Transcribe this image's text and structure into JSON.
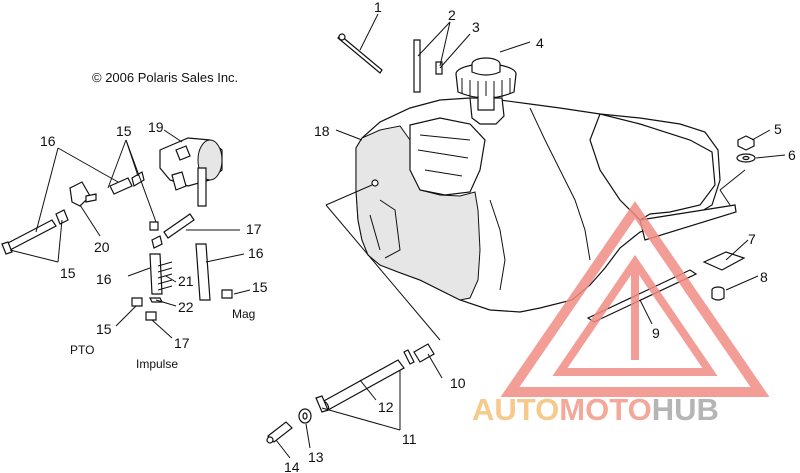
{
  "copyright": "© 2006 Polaris Sales Inc.",
  "labels": {
    "pto": "PTO",
    "impulse": "Impulse",
    "mag": "Mag"
  },
  "callouts": [
    "1",
    "2",
    "3",
    "4",
    "5",
    "6",
    "7",
    "8",
    "9",
    "10",
    "11",
    "12",
    "13",
    "14",
    "15",
    "16",
    "17",
    "18",
    "19",
    "20",
    "21",
    "22"
  ],
  "watermark": {
    "auto": "AUTO",
    "moto": "MOTO",
    "hub": "HUB",
    "color_auto": "#f4c178",
    "color_moto": "#f29a88",
    "color_hub": "#a9a9a9",
    "triangle_color": "#f18d86"
  }
}
